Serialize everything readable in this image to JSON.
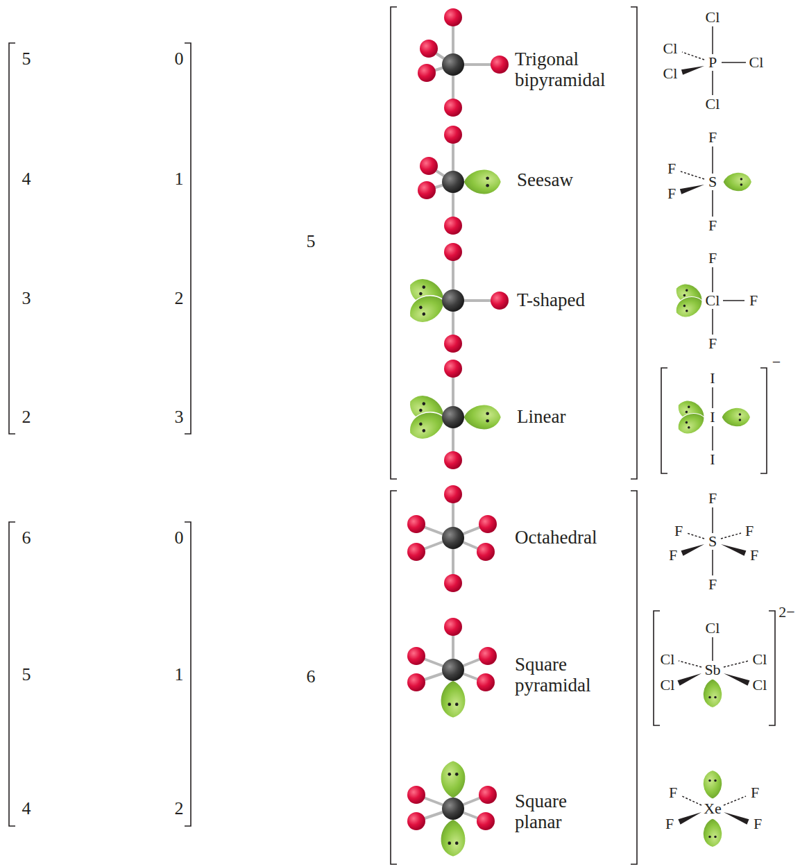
{
  "diagram": {
    "labels": [
      "5",
      "0",
      "Trigonal bipyramidal",
      "Cl",
      "Cl",
      "P",
      "Cl",
      "Cl",
      "Cl",
      "4",
      "1",
      "Seesaw",
      "F",
      "F",
      "S",
      "F",
      "F",
      "5",
      "3",
      "2",
      "T-shaped",
      "F",
      "Cl",
      "F",
      "F",
      "2",
      "3",
      "Linear",
      "I",
      "I",
      "I",
      "−",
      "6",
      "0",
      "Octahedral",
      "F",
      "F",
      "F",
      "S",
      "F",
      "F",
      "F",
      "5",
      "1",
      "6",
      "Square pyramidal",
      "Cl",
      "Cl",
      "Sb",
      "Cl",
      "Cl",
      "Cl",
      "2−",
      "4",
      "2",
      "Square planar",
      "F",
      "Xe",
      "F",
      "F",
      "F"
    ]
  }
}
